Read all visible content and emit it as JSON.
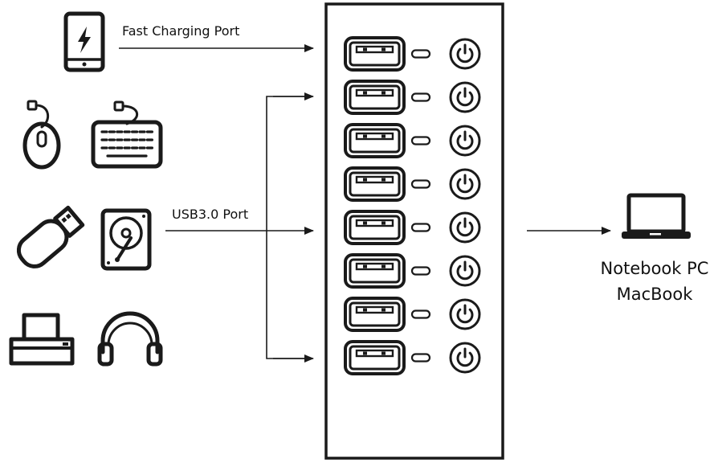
{
  "labels": {
    "fast_charging": "Fast Charging Port",
    "usb3": "USB3.0 Port",
    "target_line1": "Notebook PC",
    "target_line2": "MacBook"
  },
  "hub": {
    "port_count": 8
  },
  "icons": {
    "phone": "phone-charging-icon",
    "mouse": "mouse-icon",
    "keyboard": "keyboard-icon",
    "flash_drive": "usb-flash-drive-icon",
    "hard_drive": "hard-drive-icon",
    "printer": "printer-icon",
    "headphones": "headphones-icon",
    "laptop": "laptop-icon"
  },
  "colors": {
    "ink": "#1a1a1a",
    "background": "#ffffff"
  }
}
